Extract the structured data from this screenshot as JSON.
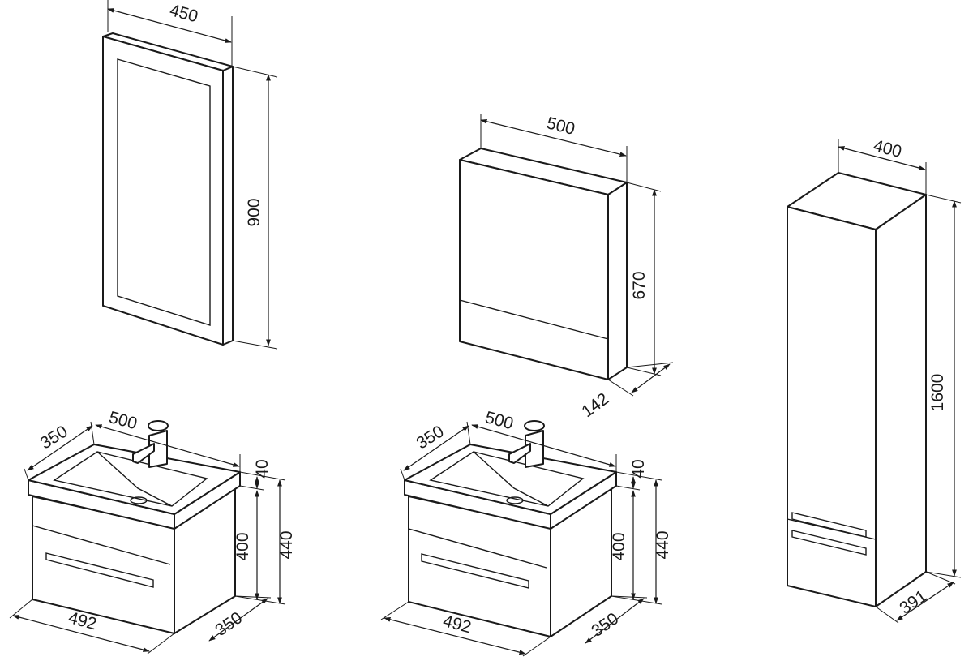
{
  "mirror": {
    "width": "450",
    "height": "900"
  },
  "mirror_cabinet": {
    "width": "500",
    "height": "670",
    "depth": "142"
  },
  "tall_cabinet": {
    "width": "400",
    "height": "1600",
    "depth": "391"
  },
  "vanity_left": {
    "sink_width": "500",
    "sink_depth": "350",
    "top_thickness": "40",
    "body_height": "400",
    "total_height": "440",
    "base_width": "492",
    "base_depth": "350"
  },
  "vanity_right": {
    "sink_width": "500",
    "sink_depth": "350",
    "top_thickness": "40",
    "body_height": "400",
    "total_height": "440",
    "base_width": "492",
    "base_depth": "350"
  },
  "colors": {
    "line": "#1a1a1a",
    "background": "#ffffff"
  }
}
